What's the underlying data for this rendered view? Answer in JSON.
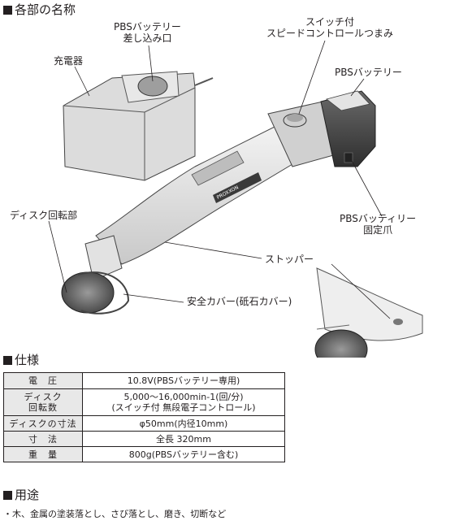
{
  "sections": {
    "parts_title": "各部の名称",
    "spec_title": "仕様",
    "usage_title": "用途"
  },
  "labels": {
    "pbs_slot": [
      "PBSバッテリー",
      "差し込み口"
    ],
    "charger": "充電器",
    "speed_knob": [
      "スイッチ付",
      "スピードコントロールつまみ"
    ],
    "pbs_battery": "PBSバッテリー",
    "disc_rotor": "ディスク回転部",
    "battery_claw": [
      "PBSバッティリー",
      "固定爪"
    ],
    "stopper": "ストッパー",
    "safety_cover": "安全カバー(砥石カバー)",
    "brand": "PROXXON"
  },
  "spec": {
    "voltage": {
      "key": "電　圧",
      "value": "10.8V(PBSバッテリー専用)"
    },
    "disc_rpm": {
      "key": [
        "ディスク",
        "回転数"
      ],
      "value": [
        "5,000〜16,000min-1(回/分)",
        "(スイッチ付 無段電子コントロール)"
      ]
    },
    "disc_size": {
      "key": "ディスクの寸法",
      "value": "φ50mm(内径10mm)"
    },
    "dimension": {
      "key": "寸　法",
      "value": "全長 320mm"
    },
    "weight": {
      "key": "重　量",
      "value": "800g(PBSバッテリー含む)"
    }
  },
  "usage": "・木、金属の塗装落とし、さび落とし、磨き、切断など",
  "colors": {
    "text": "#231f20",
    "tool_body": "#e9e9e9",
    "battery": "#4a4a4a",
    "disc": "#6b6b6b",
    "header_bg": "#e8e8e8"
  }
}
